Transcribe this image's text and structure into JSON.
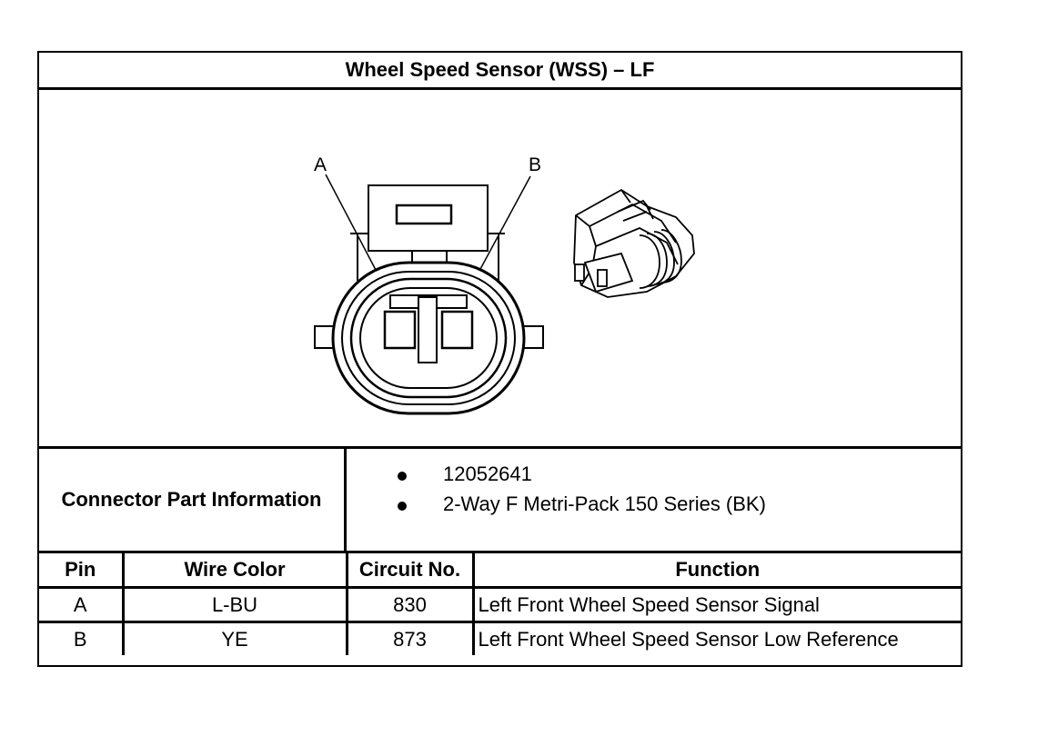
{
  "title": "Wheel Speed Sensor (WSS) – LF",
  "figure": {
    "pin_labels": [
      "A",
      "B"
    ],
    "connector_icon": "connector-face-drawing",
    "connector_3d_icon": "connector-isometric-drawing"
  },
  "connector_info": {
    "label": "Connector Part Information",
    "items": [
      "12052641",
      "2-Way F Metri-Pack 150 Series (BK)"
    ]
  },
  "pin_table": {
    "headers": [
      "Pin",
      "Wire Color",
      "Circuit No.",
      "Function"
    ],
    "rows": [
      [
        "A",
        "L-BU",
        "830",
        "Left Front Wheel Speed Sensor Signal"
      ],
      [
        "B",
        "YE",
        "873",
        "Left Front Wheel Speed Sensor Low Reference"
      ]
    ]
  }
}
